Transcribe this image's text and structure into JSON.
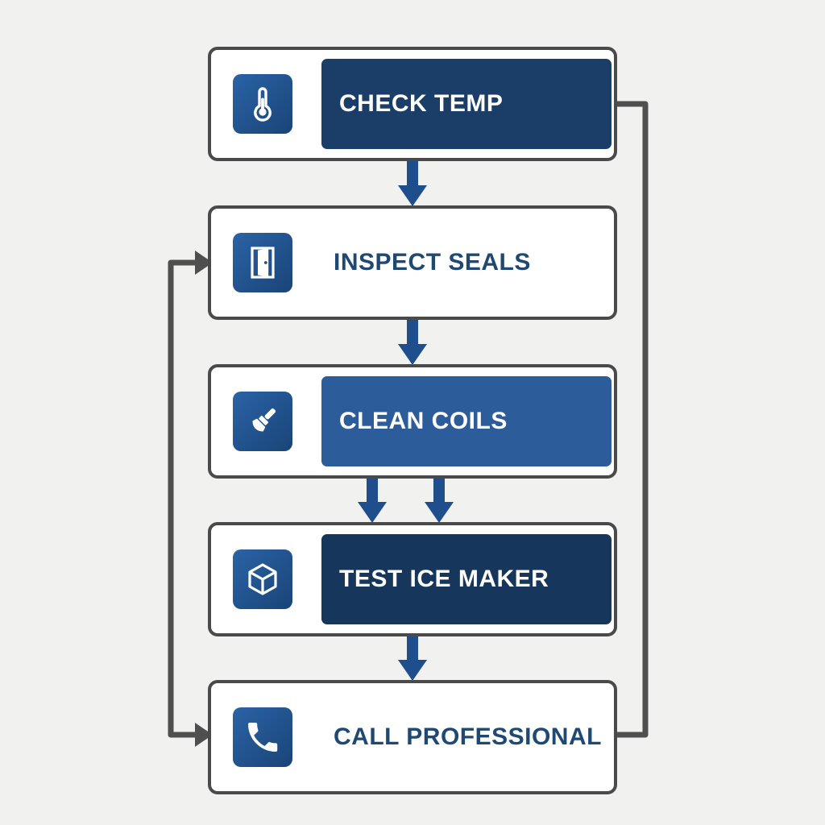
{
  "diagram": {
    "type": "flowchart",
    "subject": "refrigerator-troubleshooting-steps",
    "background": "#f1f1ef",
    "nodes": [
      {
        "id": "check-temp",
        "label": "CHECK TEMP",
        "icon": "thermometer-icon",
        "variant": "dark-filled"
      },
      {
        "id": "inspect-seals",
        "label": "INSPECT SEALS",
        "icon": "door-icon",
        "variant": "plain"
      },
      {
        "id": "clean-coils",
        "label": "CLEAN COILS",
        "icon": "brush-icon",
        "variant": "medium-filled"
      },
      {
        "id": "test-ice-maker",
        "label": "TEST ICE MAKER",
        "icon": "cube-icon",
        "variant": "dark-filled"
      },
      {
        "id": "call-professional",
        "label": "CALL PROFESSIONAL",
        "icon": "phone-icon",
        "variant": "plain"
      }
    ],
    "edges": [
      {
        "from": "check-temp",
        "to": "inspect-seals",
        "style": "blue-arrow-down"
      },
      {
        "from": "inspect-seals",
        "to": "clean-coils",
        "style": "blue-arrow-down"
      },
      {
        "from": "clean-coils",
        "to": "test-ice-maker",
        "style": "blue-arrow-down-double"
      },
      {
        "from": "test-ice-maker",
        "to": "call-professional",
        "style": "blue-arrow-down"
      },
      {
        "from": "left-side-line",
        "to": "inspect-seals",
        "style": "gray-line-arrow-right"
      },
      {
        "from": "left-side-line",
        "to": "call-professional",
        "style": "gray-line-arrow-right"
      },
      {
        "from": "check-temp",
        "to": "call-professional",
        "style": "gray-line-right-side"
      }
    ],
    "colors": {
      "arrow_blue": "#1f4e8c",
      "connector_gray": "#4f4f4f",
      "node_border": "#4a4a4a",
      "dark_navy_1": "#1a3e68",
      "dark_navy_2": "#16365c",
      "medium_blue": "#2d5c9b",
      "icon_square_blue": "#1f4f88",
      "plain_text_blue": "#1f4873",
      "node_fill": "#ffffff"
    }
  }
}
